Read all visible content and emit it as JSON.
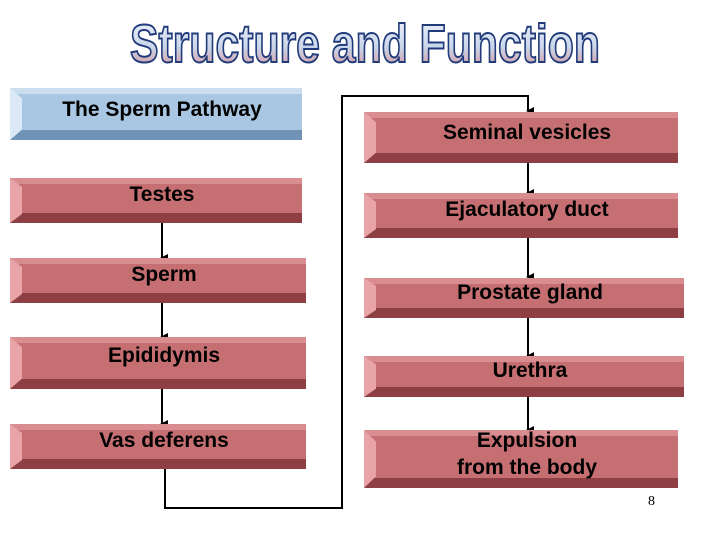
{
  "slide": {
    "title": "Structure and Function",
    "page_number": "8"
  },
  "header_box": {
    "label": "The Sperm Pathway"
  },
  "pathway": [
    {
      "id": "testes",
      "label": "Testes"
    },
    {
      "id": "sperm",
      "label": "Sperm"
    },
    {
      "id": "epididymis",
      "label": "Epididymis"
    },
    {
      "id": "vas-deferens",
      "label": "Vas deferens"
    },
    {
      "id": "seminal-vesicles",
      "label": "Seminal vesicles"
    },
    {
      "id": "ejaculatory-duct",
      "label": "Ejaculatory duct"
    },
    {
      "id": "prostate-gland",
      "label": "Prostate gland"
    },
    {
      "id": "urethra",
      "label": "Urethra"
    },
    {
      "id": "expulsion",
      "label": "Expulsion\nfrom the body"
    }
  ],
  "colors": {
    "box_red": "#c66f72",
    "box_blue": "#a9c7e2",
    "title_fill": "#c9d6ea",
    "title_stroke": "#203a7a"
  }
}
